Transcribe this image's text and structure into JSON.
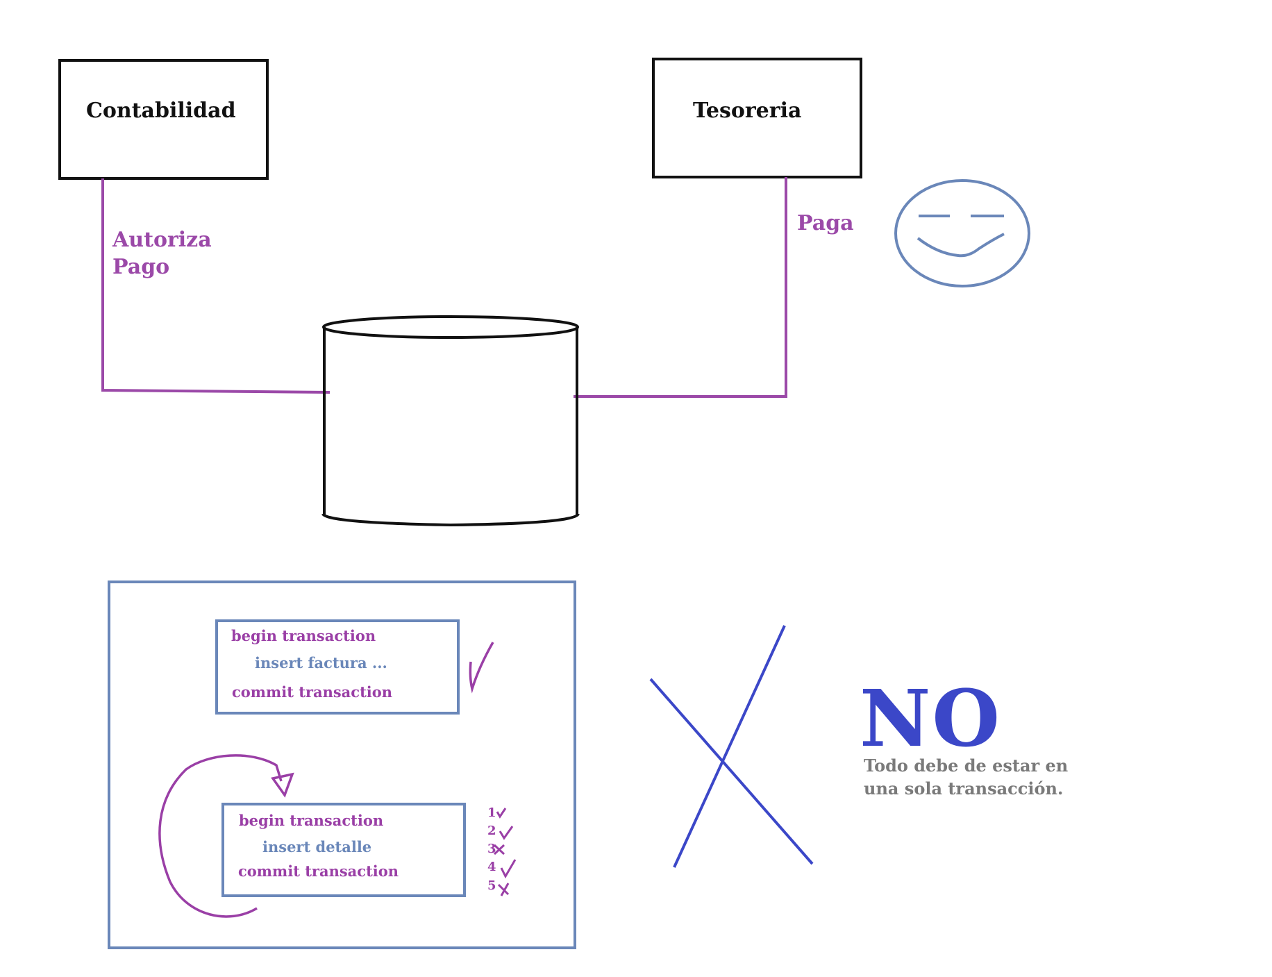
{
  "nodes": {
    "contabilidad": "Contabilidad",
    "tesoreria": "Tesoreria"
  },
  "edges": {
    "autoriza_line1": "Autoriza",
    "autoriza_line2": "Pago",
    "paga": "Paga"
  },
  "transaction_1": {
    "begin": "begin transaction",
    "body": "insert factura ...",
    "commit": "commit transaction"
  },
  "transaction_2": {
    "begin": "begin transaction",
    "body": "insert detalle",
    "commit": "commit transaction"
  },
  "iterations": [
    {
      "n": "1",
      "mark": "check"
    },
    {
      "n": "2",
      "mark": "check"
    },
    {
      "n": "3",
      "mark": "cross"
    },
    {
      "n": "4",
      "mark": "check"
    },
    {
      "n": "5",
      "mark": "cross"
    }
  ],
  "verdict": {
    "word": "NO",
    "note_line1": "Todo debe de estar en",
    "note_line2": "una sola transacción."
  },
  "colors": {
    "black": "#111111",
    "purple": "#9b49a8",
    "steel_blue": "#6a87b9",
    "indigo": "#3b47c8",
    "gray": "#7a7a7a"
  }
}
